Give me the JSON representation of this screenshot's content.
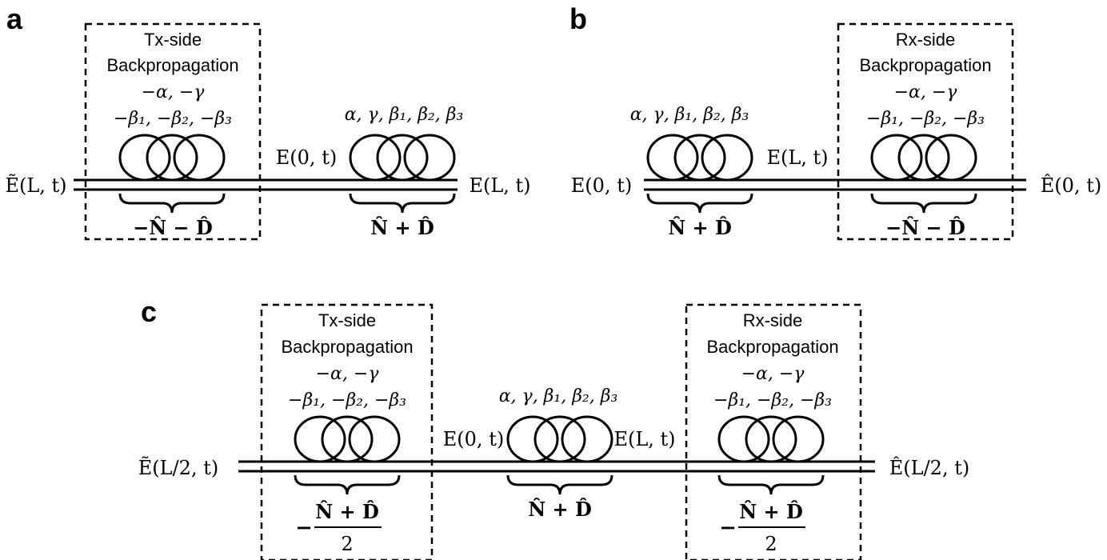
{
  "panels": {
    "a": {
      "letter": "a",
      "box": {
        "line1": "Tx-side",
        "line2": "Backpropagation",
        "params1": "−α, −γ",
        "params2": "−β₁, −β₂, −β₃",
        "operator": "−N̂ − D̂"
      },
      "fiber": {
        "params": "α, γ, β₁, β₂, β₃",
        "operator": "N̂ + D̂"
      },
      "left_field": "Ẽ(L, t)",
      "mid_field": "E(0, t)",
      "right_field": "E(L, t)"
    },
    "b": {
      "letter": "b",
      "fiber": {
        "params": "α, γ, β₁, β₂, β₃",
        "operator": "N̂ + D̂"
      },
      "box": {
        "line1": "Rx-side",
        "line2": "Backpropagation",
        "params1": "−α, −γ",
        "params2": "−β₁, −β₂, −β₃",
        "operator": "−N̂ − D̂"
      },
      "left_field": "E(0, t)",
      "mid_field": "E(L, t)",
      "right_field": "Ê(0, t)"
    },
    "c": {
      "letter": "c",
      "tx_box": {
        "line1": "Tx-side",
        "line2": "Backpropagation",
        "params1": "−α, −γ",
        "params2": "−β₁, −β₂, −β₃",
        "sign": "−",
        "numerator": "N̂ + D̂",
        "denominator": "2"
      },
      "fiber": {
        "params": "α, γ, β₁, β₂, β₃",
        "operator": "N̂ + D̂"
      },
      "rx_box": {
        "line1": "Rx-side",
        "line2": "Backpropagation",
        "params1": "−α, −γ",
        "params2": "−β₁, −β₂, −β₃",
        "sign": "−",
        "numerator": "N̂ + D̂",
        "denominator": "2"
      },
      "left_field": "Ẽ(L/2, t)",
      "mid_left_field": "E(0, t)",
      "mid_right_field": "E(L, t)",
      "right_field": "Ê(L/2, t)"
    }
  }
}
